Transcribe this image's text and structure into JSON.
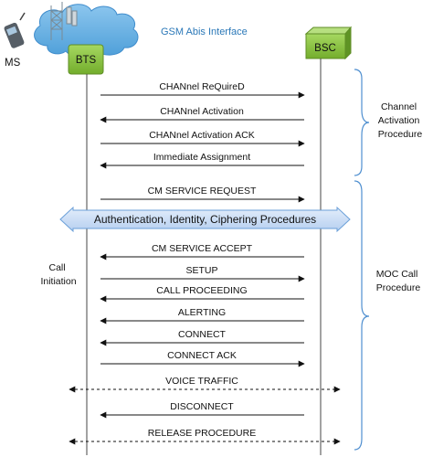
{
  "title": "GSM Abis Interface",
  "nodes": {
    "ms": "MS",
    "bts": "BTS",
    "bsc": "BSC"
  },
  "colors": {
    "cloud": "#6fb3e4",
    "node_fill": "#8ec63f",
    "node_stroke": "#5f8e26",
    "title": "#2b78b8",
    "arrow": "#111111",
    "brace": "#4f8fd0",
    "band_fill": "#c8dcf4",
    "band_stroke": "#6a9fd8"
  },
  "messages": [
    {
      "label": "CHANnel ReQuireD",
      "direction": "right",
      "style": "solid"
    },
    {
      "label": "CHANnel Activation",
      "direction": "left",
      "style": "solid"
    },
    {
      "label": "CHANnel Activation ACK",
      "direction": "right",
      "style": "solid"
    },
    {
      "label": "Immediate Assignment",
      "direction": "left",
      "style": "solid"
    },
    {
      "label": "CM SERVICE REQUEST",
      "direction": "right",
      "style": "solid"
    },
    {
      "label": "Authentication, Identity, Ciphering Procedures",
      "direction": "both",
      "style": "band"
    },
    {
      "label": "CM SERVICE ACCEPT",
      "direction": "left",
      "style": "solid"
    },
    {
      "label": "SETUP",
      "direction": "right",
      "style": "solid"
    },
    {
      "label": "CALL PROCEEDING",
      "direction": "left",
      "style": "solid"
    },
    {
      "label": "ALERTING",
      "direction": "left",
      "style": "solid"
    },
    {
      "label": "CONNECT",
      "direction": "left",
      "style": "solid"
    },
    {
      "label": "CONNECT ACK",
      "direction": "right",
      "style": "solid"
    },
    {
      "label": "VOICE TRAFFIC",
      "direction": "both",
      "style": "dashed"
    },
    {
      "label": "DISCONNECT",
      "direction": "left",
      "style": "solid"
    },
    {
      "label": "RELEASE PROCEDURE",
      "direction": "both",
      "style": "dashed"
    }
  ],
  "side_labels": {
    "call_initiation": [
      "Call",
      "Initiation"
    ]
  },
  "procedures": [
    {
      "lines": [
        "Channel",
        "Activation",
        "Procedure"
      ]
    },
    {
      "lines": [
        "MOC Call",
        "Procedure"
      ]
    }
  ]
}
